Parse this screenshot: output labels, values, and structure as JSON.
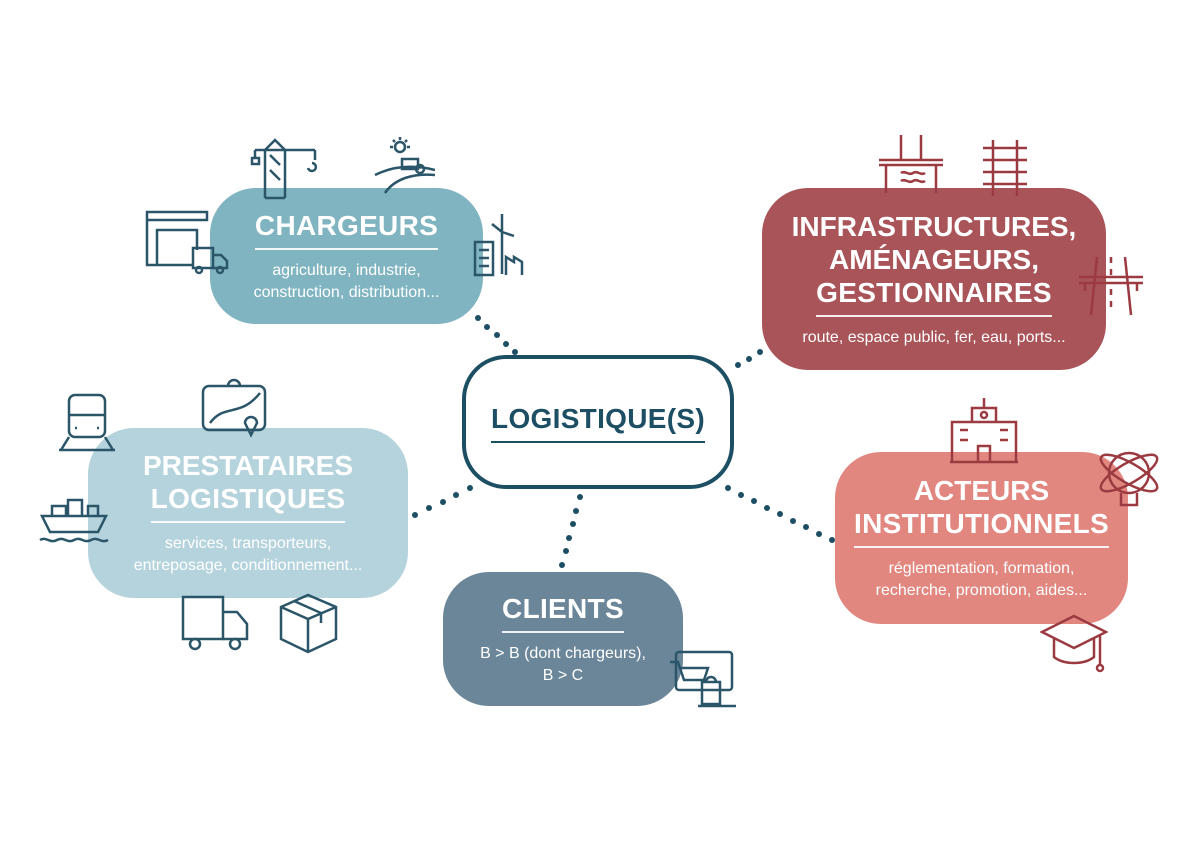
{
  "center": {
    "title": "LOGISTIQUE(S)"
  },
  "nodes": {
    "chargeurs": {
      "title": "CHARGEURS",
      "sub1": "agriculture, industrie,",
      "sub2": "construction, distribution..."
    },
    "infrastructures": {
      "title1": "INFRASTRUCTURES,",
      "title2": "AMÉNAGEURS,",
      "title3": "GESTIONNAIRES",
      "sub": "route, espace public, fer, eau, ports..."
    },
    "prestataires": {
      "title1": "PRESTATAIRES",
      "title2": "LOGISTIQUES",
      "sub1": "services, transporteurs,",
      "sub2": "entreposage, conditionnement..."
    },
    "clients": {
      "title": "CLIENTS",
      "sub1": "B > B (dont chargeurs),",
      "sub2": "B > C"
    },
    "acteurs": {
      "title1": "ACTEURS",
      "title2": "INSTITUTIONNELS",
      "sub1": "réglementation, formation,",
      "sub2": "recherche, promotion, aides..."
    }
  },
  "colors": {
    "chargeurs": "#7fb4c0",
    "infrastructures": "#a95458",
    "prestataires": "#b5d3dd",
    "clients": "#6a8698",
    "acteurs": "#e1877f",
    "center": "#1d4f64",
    "icon_blue": "#2b5568",
    "icon_red": "#9b3a40"
  }
}
